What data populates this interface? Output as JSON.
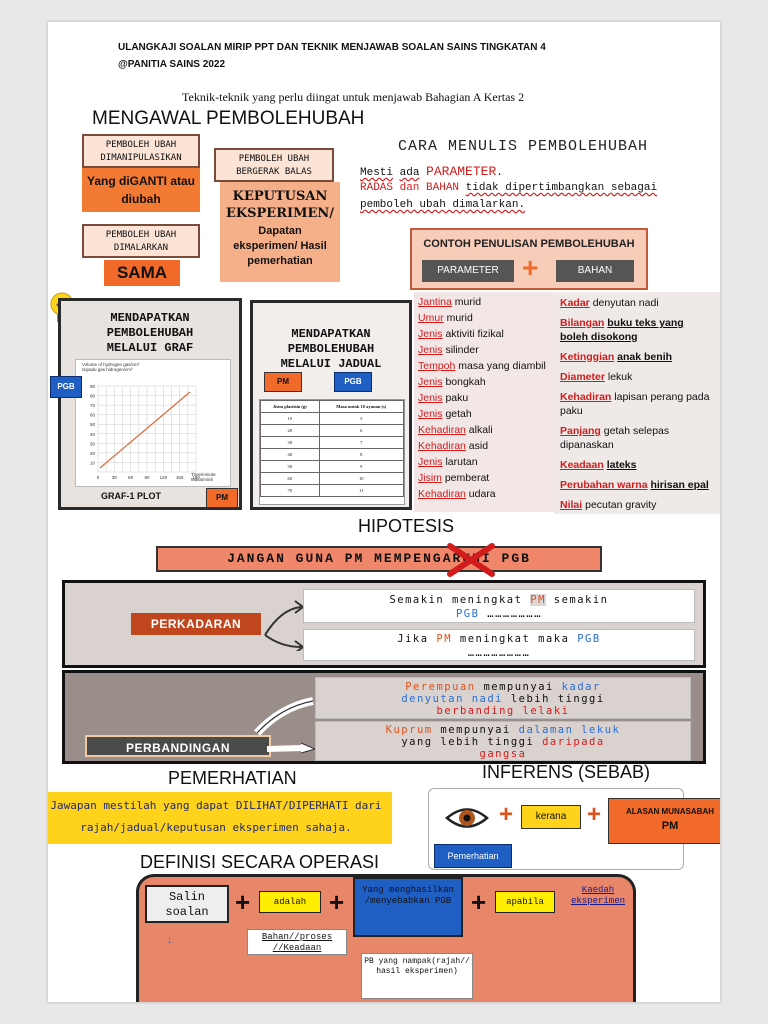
{
  "header": {
    "line1": "ULANGKAJI SOALAN MIRIP PPT DAN TEKNIK MENJAWAB SOALAN SAINS TINGKATAN 4",
    "line2": "@PANITIA SAINS 2022",
    "subtitle": "Teknik-teknik yang perlu diingat untuk menjawab Bahagian A Kertas 2"
  },
  "section_mengawal": {
    "title": "MENGAWAL PEMBOLEHUBAH",
    "pm_box": "PEMBOLEH UBAH DIMANIPULASIKAN",
    "pm_action": "Yang diGANTI atau diubah",
    "pgb_box": "PEMBOLEH UBAH BERGERAK BALAS",
    "pgb_action_1": "KEPUTUSAN EKSPERIMEN/",
    "pgb_action_2": "Dapatan eksperimen/ Hasil pemerhatian",
    "malar_box": "PEMBOLEH UBAH DIMALARKAN",
    "malar_action": "SAMA"
  },
  "cara_menulis": {
    "title": "CARA MENULIS PEMBOLEHUBAH",
    "line1_a": "Mesti",
    "line1_b": "ada",
    "line1_c": "PARAMETER",
    "line1_d": ".",
    "line2_a": "RADAS dan BAHAN",
    "line2_b": "tidak dipertimbangkan sebagai",
    "line3": "pemboleh ubah dimalarkan."
  },
  "contoh": {
    "title": "CONTOH PENULISAN PEMBOLEHUBAH",
    "parameter": "PARAMETER",
    "plus": "+",
    "bahan": "BAHAN"
  },
  "graf_card": {
    "title": "MENDAPATKAN PEMBOLEHUBAH MELALUI GRAF",
    "pgb_tag": "PGB",
    "pm_tag": "PM",
    "caption": "GRAF-1 PLOT",
    "ylabel": "Volume of hydrogen gas/cm³ Isipadu gas hidrogen/cm³",
    "xlabel": "Time/minute Masa/minit",
    "y_ticks": [
      "90",
      "80",
      "70",
      "60",
      "50",
      "40",
      "30",
      "20",
      "10"
    ],
    "x_ticks": [
      "0",
      "30",
      "60",
      "90",
      "120",
      "150",
      "180"
    ]
  },
  "jadual_card": {
    "title": "MENDAPATKAN PEMBOLEHUBAH MELALUI JADUAL",
    "pm_tag": "PM",
    "pgb_tag": "PGB",
    "col1": "Jisim plastisin (g)",
    "col2": "Masa untuk 10 ayunan (s)",
    "rows": [
      [
        "10",
        "5"
      ],
      [
        "20",
        "6"
      ],
      [
        "30",
        "7"
      ],
      [
        "40",
        "8"
      ],
      [
        "50",
        "9"
      ],
      [
        "60",
        "10"
      ],
      [
        "70",
        "11"
      ]
    ]
  },
  "left_list": [
    {
      "k": "Jantina",
      "v": "murid"
    },
    {
      "k": "Umur",
      "v": "murid"
    },
    {
      "k": "Jenis",
      "v": "aktiviti fizikal"
    },
    {
      "k": "Jenis",
      "v": "silinder"
    },
    {
      "k": "Tempoh",
      "v": "masa yang diambil"
    },
    {
      "k": "Jenis",
      "v": "bongkah"
    },
    {
      "k": "Jenis",
      "v": "paku"
    },
    {
      "k": "Jenis",
      "v": "getah"
    },
    {
      "k": "Kehadiran",
      "v": "alkali"
    },
    {
      "k": "Kehadiran",
      "v": "asid"
    },
    {
      "k": "Jenis",
      "v": "larutan"
    },
    {
      "k": "Jisim",
      "v": "pemberat"
    },
    {
      "k": "Kehadiran",
      "v": "udara"
    }
  ],
  "right_list": [
    {
      "k": "Kadar",
      "v": "denyutan nadi"
    },
    {
      "k": "Bilangan",
      "v": "buku teks yang boleh disokong"
    },
    {
      "k": "Ketinggian",
      "v": "anak benih"
    },
    {
      "k": "Diameter",
      "v": "lekuk"
    },
    {
      "k": "Kehadiran",
      "v": "lapisan perang pada paku"
    },
    {
      "k": "Panjang",
      "v": "getah selepas dipanaskan"
    },
    {
      "k": "Keadaan",
      "v": "lateks"
    },
    {
      "k": "Perubahan warna",
      "v": "hirisan epal"
    },
    {
      "k": "Nilai",
      "v": "pecutan gravity"
    }
  ],
  "hipotesis": {
    "title": "HIPOTESIS",
    "banner": "JANGAN GUNA PM MEMPENGARUHI PGB",
    "perkadaran_tag": "PERKADARAN",
    "perk_1a": "Semakin meningkat",
    "perk_1b": "PM",
    "perk_1c": "semakin",
    "perk_1d": "PGB",
    "perk_1e": "…………………",
    "perk_2a": "Jika",
    "perk_2b": "PM",
    "perk_2c": "meningkat maka",
    "perk_2d": "PGB",
    "perk_2e": "……………………",
    "perbandingan_tag": "PERBANDINGAN",
    "perb_1a": "Perempuan",
    "perb_1b": "mempunyai",
    "perb_1c": "kadar",
    "perb_1d": "denyutan nadi",
    "perb_1e": "lebih tinggi",
    "perb_1f": "berbanding lelaki",
    "perb_2a": "Kuprum",
    "perb_2b": "mempunyai",
    "perb_2c": "dalaman lekuk",
    "perb_2d": "yang lebih tinggi",
    "perb_2e": "daripada",
    "perb_2f": "gangsa"
  },
  "pemerhatian": {
    "title": "PEMERHATIAN",
    "note_1": "Jawapan mestilah yang dapat DILIHAT/DIPERHATI dari",
    "note_2": "rajah/jadual/keputusan eksperimen sahaja."
  },
  "inferens": {
    "title": "INFERENS (SEBAB)",
    "kerana": "kerana",
    "alasan_1": "ALASAN MUNASABAH",
    "alasan_2": "PM",
    "pemerhatian_tag": "Pemerhatian",
    "plus": "+"
  },
  "definisi": {
    "title": "DEFINISI SECARA OPERASI",
    "salin": "Salin soalan",
    "adalah": "adalah",
    "yang": "Yang menghasilkan /menyebabkan PGB",
    "apabila": "apabila",
    "kaedah": "Kaedah eksperimen",
    "bahan": "Bahan//proses //Keadaan",
    "pb": "PB yang nampak(rajah// hasil eksperimen)",
    "plus": "+"
  },
  "colors": {
    "accent_red": "#d21c1c",
    "accent_orange": "#f26a2a",
    "accent_blue": "#1f5fc4",
    "yellow": "#ffd21c",
    "salmon": "#e8866a"
  }
}
